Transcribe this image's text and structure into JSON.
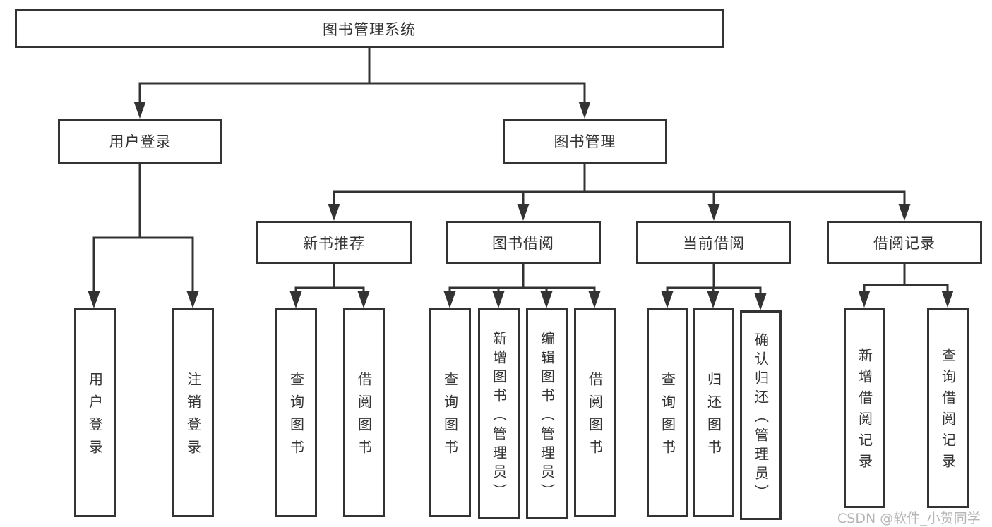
{
  "tree": {
    "root": {
      "label": "图书管理系统"
    },
    "branches": [
      {
        "label": "用户登录",
        "children": [
          {
            "label": "用户登录"
          },
          {
            "label": "注销登录"
          }
        ]
      },
      {
        "label": "图书管理",
        "children": [
          {
            "label": "新书推荐",
            "children": [
              {
                "label": "查询图书"
              },
              {
                "label": "借阅图书"
              }
            ]
          },
          {
            "label": "图书借阅",
            "children": [
              {
                "label": "查询图书"
              },
              {
                "label": "新增图书（管理员）"
              },
              {
                "label": "编辑图书（管理员）"
              },
              {
                "label": "借阅图书"
              }
            ]
          },
          {
            "label": "当前借阅",
            "children": [
              {
                "label": "查询图书"
              },
              {
                "label": "归还图书"
              },
              {
                "label": "确认归还（管理员）"
              }
            ]
          },
          {
            "label": "借阅记录",
            "children": [
              {
                "label": "新增借阅记录"
              },
              {
                "label": "查询借阅记录"
              }
            ]
          }
        ]
      }
    ]
  },
  "watermark": "CSDN @软件_小贺同学",
  "colors": {
    "line": "#333333",
    "text": "#333333",
    "watermark": "#b5b5b5",
    "background": "#ffffff"
  }
}
